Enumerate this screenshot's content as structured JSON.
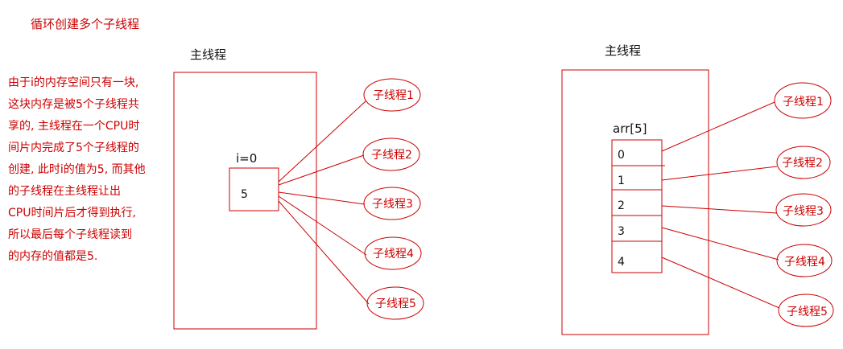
{
  "title": "循环创建多个子线程",
  "explanation_lines": [
    "由于i的内存空间只有一块,",
    "这块内存是被5个子线程共",
    "享的, 主线程在一个CPU时",
    "间片内完成了5个子线程的",
    "创建, 此时i的值为5, 而其他",
    "的子线程在主线程让出",
    "CPU时间片后才得到执行,",
    "所以最后每个子线程读到",
    "的内存的值都是5."
  ],
  "left_diagram": {
    "main_label": "主线程",
    "var_label": "i=0",
    "var_value": "5",
    "children": [
      "子线程1",
      "子线程2",
      "子线程3",
      "子线程4",
      "子线程5"
    ]
  },
  "right_diagram": {
    "main_label": "主线程",
    "array_label": "arr[5]",
    "cells": [
      "0",
      "1",
      "2",
      "3",
      "4"
    ],
    "children": [
      "子线程1",
      "子线程2",
      "子线程3",
      "子线程4",
      "子线程5"
    ]
  },
  "colors": {
    "ink": "#cc0000",
    "text": "#111111"
  }
}
